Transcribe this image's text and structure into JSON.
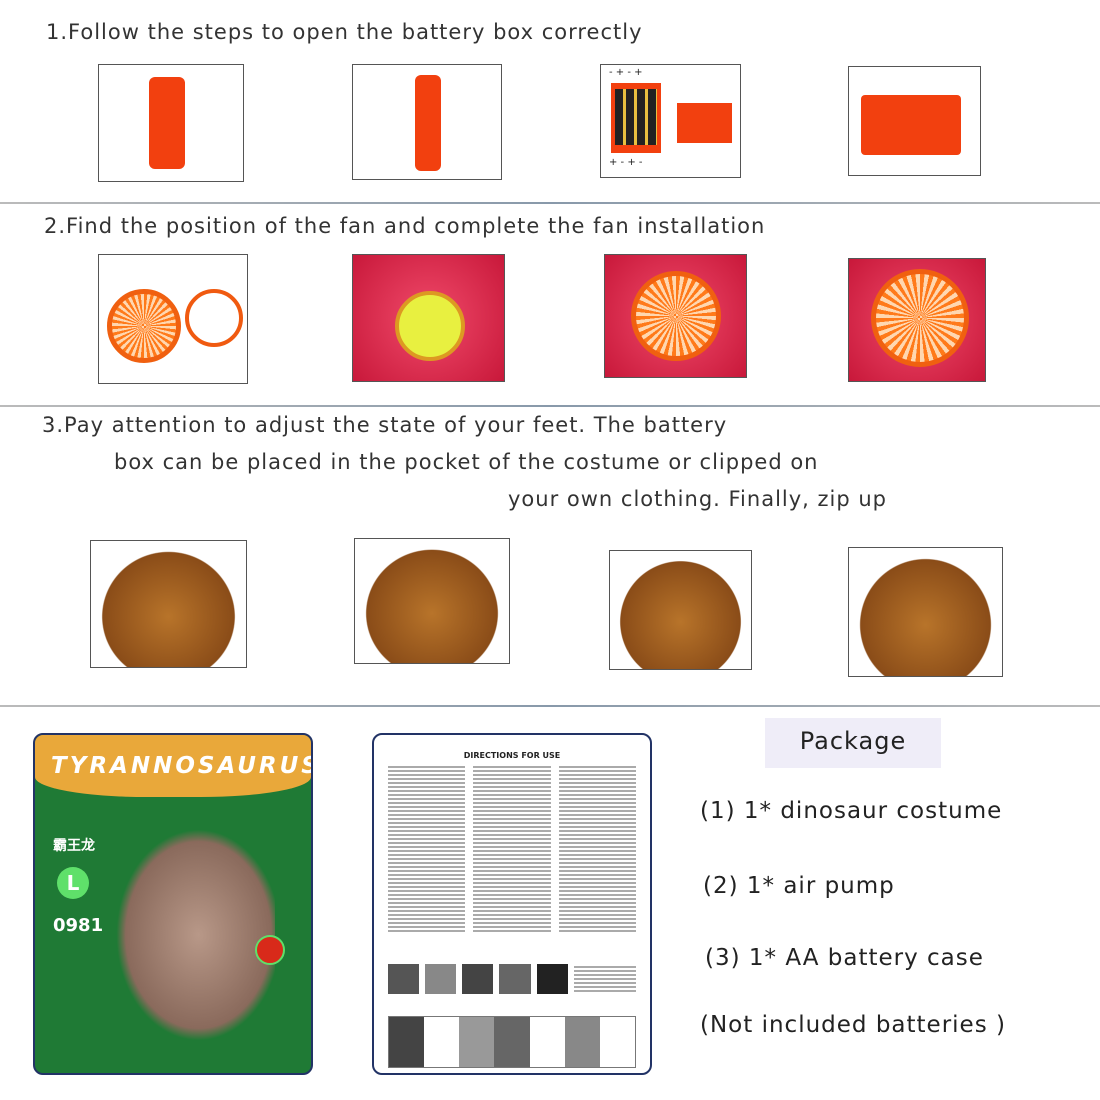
{
  "steps": [
    {
      "text": "1.Follow the steps to open the battery box correctly"
    },
    {
      "text": "2.Find the position of the fan and complete the fan installation"
    },
    {
      "lines": [
        "3.Pay attention to adjust the state of your feet. The battery",
        "box can be placed in the pocket of the costume or clipped on",
        "your own clothing. Finally, zip up"
      ]
    }
  ],
  "battery_labels": {
    "top": "- + - +",
    "bottom": "+ - + -"
  },
  "product_card": {
    "title": "TYRANNOSAURUS",
    "chinese_name": "霸王龙",
    "size": "L",
    "model": "0981"
  },
  "manual": {
    "title": "DIRECTIONS FOR USE"
  },
  "package": {
    "heading": "Package",
    "items": [
      "(1) 1* dinosaur costume",
      "(2) 1* air pump",
      "(3) 1* AA battery case",
      "(Not included batteries )"
    ]
  },
  "colors": {
    "card_green": "#1f7a35",
    "card_orange": "#e9a83a",
    "border_navy": "#223366",
    "battery_red": "#f2400f"
  }
}
